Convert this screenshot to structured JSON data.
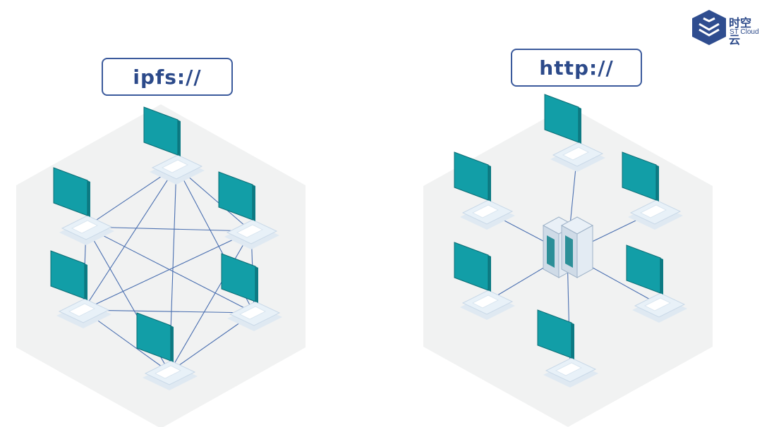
{
  "logo": {
    "name_cn": "时空云",
    "name_en": "ST Cloud",
    "icon": "cube-logo-icon"
  },
  "left_panel": {
    "label": "ipfs://",
    "topology": "mesh",
    "node_count": 6,
    "node_icon": "laptop-icon"
  },
  "right_panel": {
    "label": "http://",
    "topology": "star",
    "node_count": 6,
    "node_icon": "laptop-icon",
    "hub_icon": "server-icon"
  },
  "colors": {
    "hexagon_bg": "#f1f2f2",
    "screen": "#129ea7",
    "screen_dark": "#0d7b84",
    "keyboard": "#e8f1f8",
    "edge": "#4a6fb0",
    "label_border": "#3b5a9c",
    "label_text": "#2c4a8a"
  }
}
